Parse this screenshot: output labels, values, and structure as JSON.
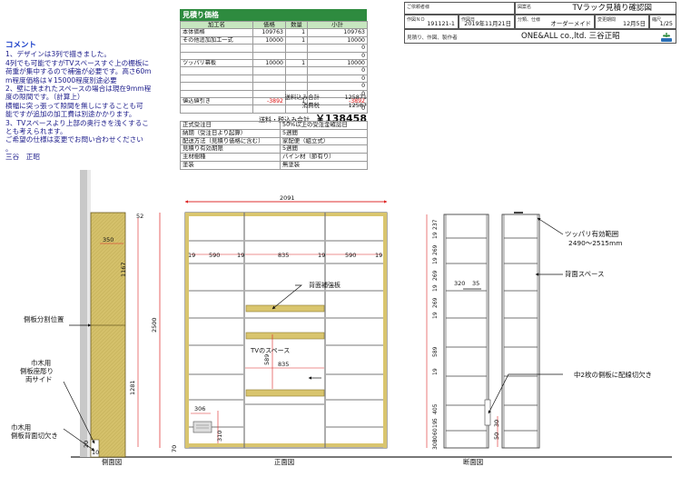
{
  "comment": {
    "title": "コメント",
    "lines": [
      "1、デザインは3列で描きました。",
      "4列でも可能ですがTVスペースすぐ上の棚板に",
      "荷重が集中するので補強が必要です。高さ60m",
      "m程度価格は￥15000程度別途必要",
      "2、壁に挟まれたスペースの場合は現在9mm程",
      "度の隙間です。（計算上）",
      "横幅に突っ張って隙間を無しにすることも可",
      "能ですが追加の加工費は別途かかります。",
      "3、TVスペースより上部の奥行きを浅くするこ",
      "とも考えられます。",
      "ご希望の仕様は変更でお問い合わせください",
      "。",
      "三谷　正昭"
    ]
  },
  "estimate": {
    "title": "見積り価格",
    "headers": [
      "加工名",
      "価格",
      "数量",
      "小計"
    ],
    "rows": [
      {
        "name": "本体価格",
        "price": "109763",
        "qty": "1",
        "sub": "109763"
      },
      {
        "name": "その他追加加工一式",
        "price": "10000",
        "qty": "1",
        "sub": "10000"
      },
      {
        "name": "",
        "price": "",
        "qty": "",
        "sub": "0"
      },
      {
        "name": "",
        "price": "",
        "qty": "",
        "sub": "0"
      },
      {
        "name": "ツッパリ幕板",
        "price": "10000",
        "qty": "1",
        "sub": "10000"
      },
      {
        "name": "",
        "price": "",
        "qty": "",
        "sub": "0"
      },
      {
        "name": "",
        "price": "",
        "qty": "",
        "sub": "0"
      },
      {
        "name": "",
        "price": "",
        "qty": "",
        "sub": "0"
      },
      {
        "name": "",
        "price": "",
        "qty": "",
        "sub": "0"
      },
      {
        "name": "値込値引き",
        "price": "-3892",
        "qty": "1",
        "sub": "-3892"
      },
      {
        "name": "",
        "price": "",
        "qty": "",
        "sub": "0"
      }
    ],
    "shipping_label": "送料込み合計",
    "shipping_value": "125871",
    "tax_label": "消費税",
    "tax_value": "12587",
    "grand_label": "送料・税込み合計",
    "grand_value": "￥138458",
    "conditions": [
      [
        "正式受注日",
        "50%以上の受注金確認日"
      ],
      [
        "納期（受注日より起算）",
        "5週間"
      ],
      [
        "配送方法（見積り価格に含む）",
        "家配便（組立式）"
      ],
      [
        "見積り有効期限",
        "5週間"
      ],
      [
        "主材樹種",
        "パイン材（節有り）"
      ],
      [
        "塗装",
        "無塗装"
      ]
    ]
  },
  "title_block": {
    "customer_label": "ご依頼者様",
    "drawing_name_label": "図案名",
    "drawing_name": "TVラック見積り確認図",
    "number_label": "作図ＮＯ",
    "number": "191121-1",
    "date_label": "作図日",
    "date": "2019年11月21日",
    "class_label": "分類、仕様",
    "class_value": "オーダーメイド",
    "change_label": "変更期間",
    "change_value": "12月5日",
    "scale_label": "縮尺",
    "scale_value": "1/25",
    "maker_label": "見積り、作図、製作者",
    "maker": "ONE&ALL co.,ltd. 三谷正昭"
  },
  "drawing": {
    "front_label": "正面図",
    "side_label": "側面図",
    "section_label": "断面図",
    "overall_width": "2091",
    "overall_height": "2500",
    "top_offset": "52",
    "side_depth": "350",
    "side_upper": "1167",
    "side_lower": "1281",
    "col_widths": [
      "590",
      "835",
      "590"
    ],
    "board": "19",
    "tv_height": "589",
    "tv_width": "835",
    "tv_label": "TVのスペース",
    "back_reinforce": "背面補強板",
    "small_w": "306",
    "small_h": "310",
    "bottom_70": "70",
    "bottom_20": "20",
    "bottom_10": "10",
    "side_split": "側板分割位置",
    "label_haba1": "巾木用",
    "label_haba2": "側板座彫り",
    "label_haba3": "両サイド",
    "label_back1": "巾木用",
    "label_back2": "側板背面切欠き",
    "tension_label": "ツッパリ有効範囲",
    "tension_range": "2490～2515mm",
    "back_space": "背面スペース",
    "section_320": "320",
    "section_35": "35",
    "wire_label": "中2枚の側板に配線切欠き",
    "sec_heights": [
      "237",
      "19",
      "269",
      "19",
      "269",
      "19",
      "269",
      "19",
      "589",
      "19",
      "405",
      "5",
      "19",
      "60",
      "30",
      "300"
    ],
    "sec_right_30": "30",
    "sec_right_50": "50"
  }
}
